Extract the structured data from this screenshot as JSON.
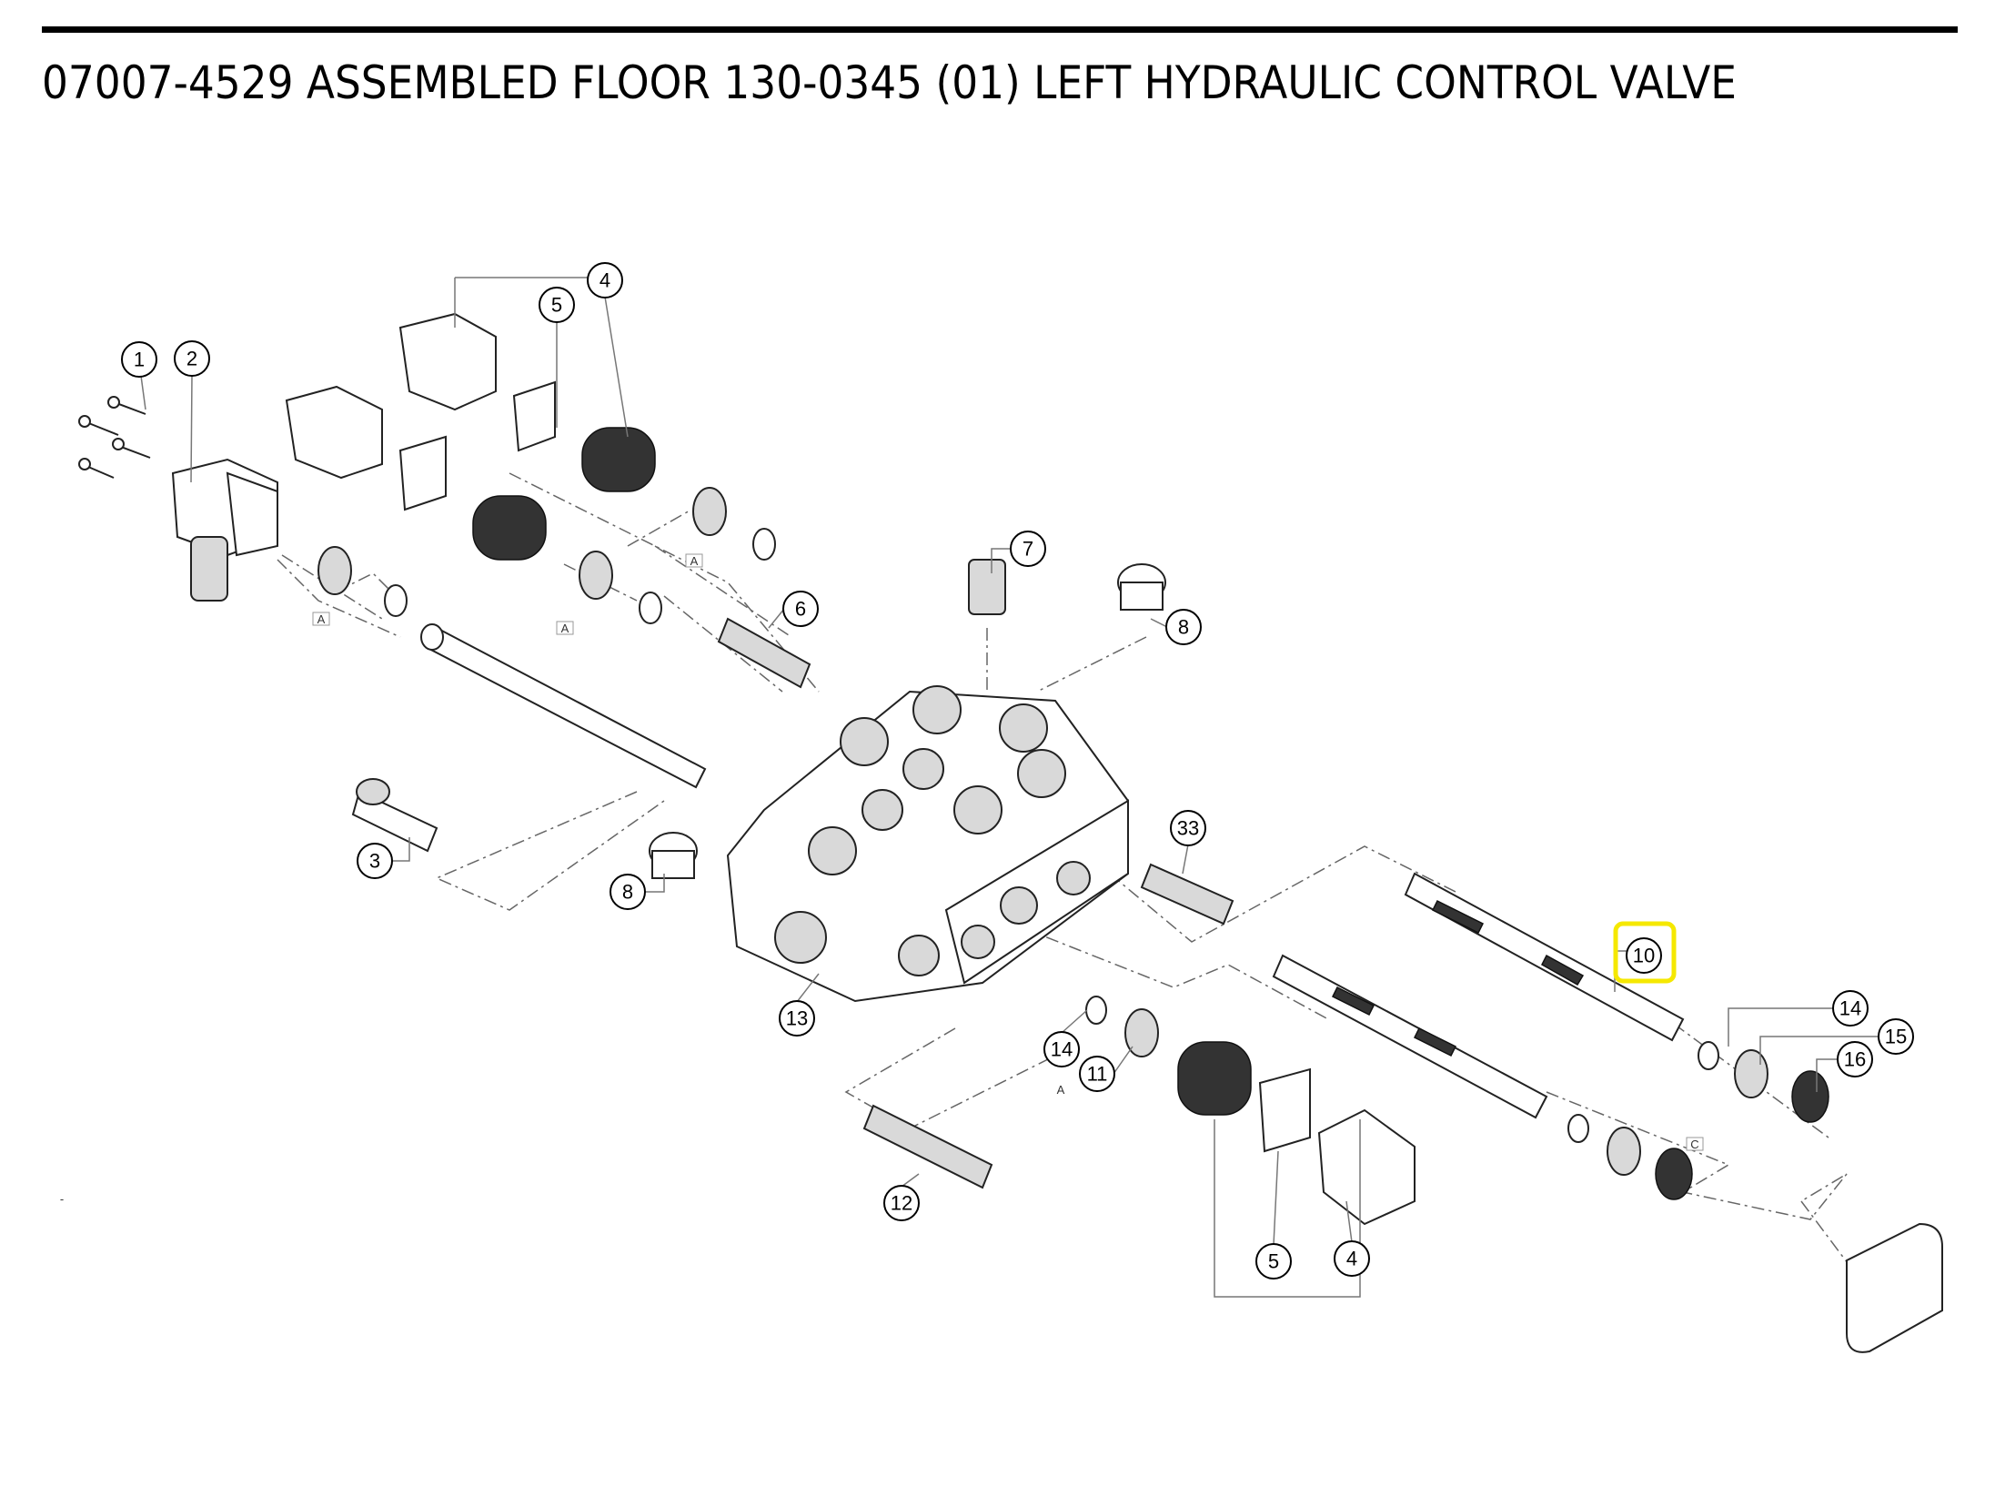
{
  "title": "07007-4529 ASSEMBLED FLOOR  130-0345 (01) LEFT HYDRAULIC CONTROL VALVE",
  "highlight_color": "#f5e800",
  "highlighted_callout": "10",
  "callouts": {
    "c1": "1",
    "c2": "2",
    "c3": "3",
    "c4a": "4",
    "c4b": "4",
    "c5a": "5",
    "c5b": "5",
    "c6": "6",
    "c7": "7",
    "c8a": "8",
    "c8b": "8",
    "c10": "10",
    "c11": "11",
    "c12": "12",
    "c13": "13",
    "c14a": "14",
    "c14b": "14",
    "c15": "15",
    "c16": "16",
    "c33": "33"
  },
  "section_labels": {
    "a1": "A",
    "a2": "A",
    "a3": "A",
    "a4": "A",
    "c": "C",
    "dash": "-"
  }
}
